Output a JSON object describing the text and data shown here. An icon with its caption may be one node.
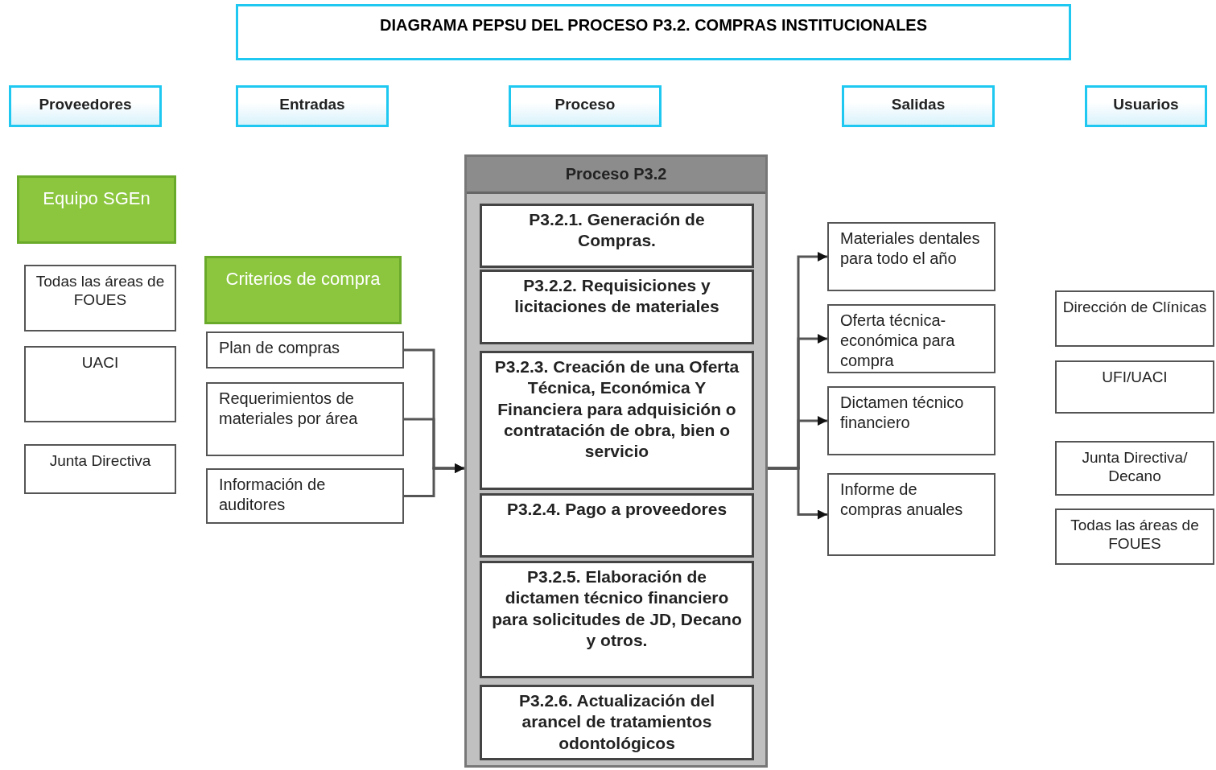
{
  "diagram": {
    "title": "DIAGRAMA PEPSU DEL PROCESO P3.2. COMPRAS INSTITUCIONALES",
    "nodes": [
      {
        "text": [
          "Proveedores"
        ]
      },
      {
        "text": [
          "Entradas"
        ]
      },
      {
        "text": [
          "Proceso"
        ]
      },
      {
        "text": [
          "Salidas"
        ]
      },
      {
        "text": [
          "Usuarios"
        ]
      },
      {
        "text": [
          "Equipo SGEn"
        ]
      },
      {
        "text": [
          "Todas las áreas de FOUES"
        ]
      },
      {
        "text": [
          "UACI"
        ]
      },
      {
        "text": [
          "Junta Directiva"
        ]
      },
      {
        "text": [
          "Criterios de compra"
        ]
      },
      {
        "text": [
          "Plan de compras"
        ]
      },
      {
        "text": [
          "Requerimientos de materiales por área"
        ]
      },
      {
        "text": [
          "Información de auditores"
        ]
      },
      {
        "text": [
          "Proceso P3.2"
        ]
      },
      {
        "text": [
          "P3.2.1. Generación de Compras."
        ],
        "in": 13
      },
      {
        "text": [
          "P3.2.2. Requisiciones y licitaciones de materiales"
        ],
        "in": 13
      },
      {
        "text": [
          "P3.2.3. Creación de una Oferta Técnica, Económica Y Financiera para adquisición o contratación de obra, bien o servicio"
        ],
        "in": 13
      },
      {
        "text": [
          "P3.2.4. Pago a proveedores"
        ],
        "in": 13
      },
      {
        "text": [
          "P3.2.5. Elaboración de dictamen técnico financiero para solicitudes de JD, Decano y otros."
        ],
        "in": 13
      },
      {
        "text": [
          "P3.2.6. Actualización del arancel de tratamientos odontológicos"
        ],
        "in": 13
      },
      {
        "text": [
          "Materiales dentales para todo el año"
        ]
      },
      {
        "text": [
          "Oferta técnica-económica para compra"
        ]
      },
      {
        "text": [
          "Dictamen técnico financiero"
        ]
      },
      {
        "text": [
          "Informe de compras anuales"
        ]
      },
      {
        "text": [
          "Dirección de Clínicas"
        ]
      },
      {
        "text": [
          "UFI/UACI"
        ]
      },
      {
        "text": [
          "Junta Directiva/ Decano"
        ]
      },
      {
        "text": [
          "Todas las áreas de FOUES"
        ]
      }
    ],
    "edges": [
      {
        "from": 10,
        "to": 13,
        "arrow": "to"
      },
      {
        "from": 11,
        "to": 13,
        "arrow": "to"
      },
      {
        "from": 12,
        "to": 13,
        "arrow": "to"
      },
      {
        "from": 13,
        "to": 20,
        "arrow": "to"
      },
      {
        "from": 13,
        "to": 21,
        "arrow": "to"
      },
      {
        "from": 13,
        "to": 22,
        "arrow": "to"
      },
      {
        "from": 13,
        "to": 23,
        "arrow": "to"
      }
    ]
  }
}
